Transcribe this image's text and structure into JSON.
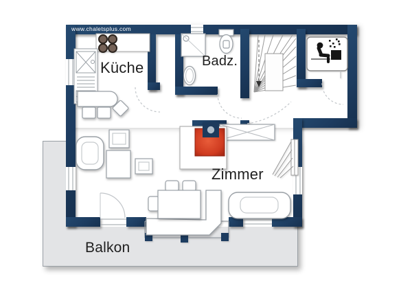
{
  "watermark": {
    "url": "www.chaletsplus.com"
  },
  "labels": {
    "kitchen": "Küche",
    "bathroom": "Badz.",
    "living_room": "Zimmer",
    "balcony": "Balkon"
  },
  "icons": [
    "sauna-icon",
    "stove-burners-icon",
    "kitchen-sink-icon",
    "shower-icon",
    "toilet-icon",
    "washbasin-icon",
    "fireplace-icon",
    "staircase-up-icon",
    "staircase-down-icon",
    "wardrobe-icon",
    "bar-counter-icon",
    "sofa-icon",
    "dining-table-icon",
    "corner-bench-icon",
    "door-swing-icon",
    "window-icon"
  ],
  "colors": {
    "wall_navy": "#1d3c60",
    "fireplace_red": "#cf3b20",
    "fireplace_red_dark": "#a82814",
    "chimney_navy": "#1d3a5c",
    "chimney_circle": "#aebdcb",
    "balcony_gray": "#e3e4e6",
    "floor_white": "#ffffff",
    "furniture_outline": "#9aa0a6",
    "label_text": "#1f1f1f",
    "watermark_text": "#ffffff"
  }
}
